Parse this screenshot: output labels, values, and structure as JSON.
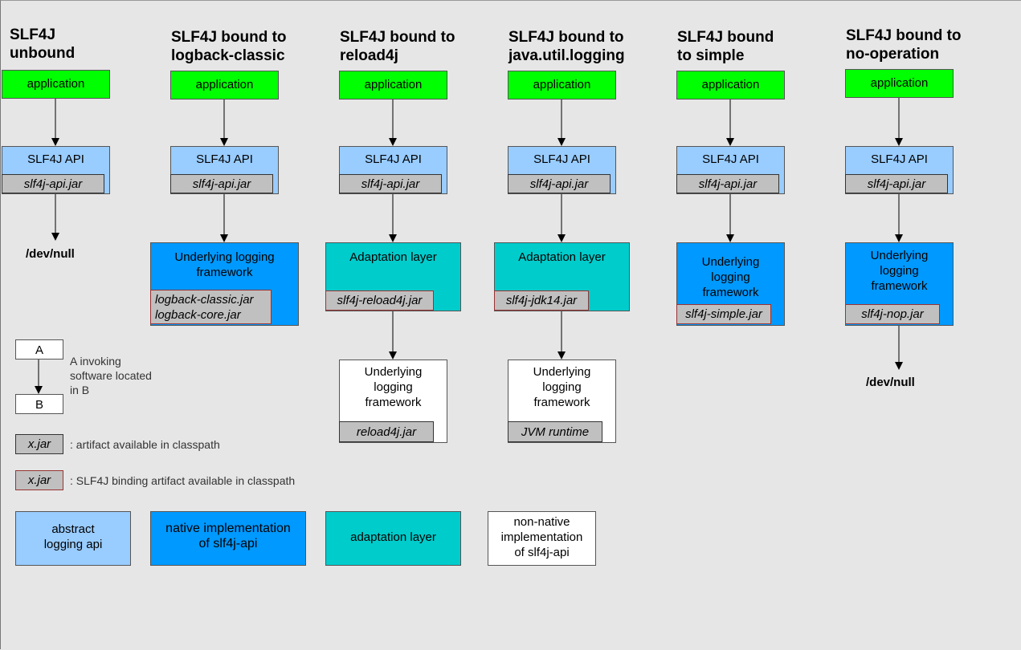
{
  "columns": [
    {
      "title": "SLF4J\nunbound",
      "app": "application",
      "api": "SLF4J API",
      "api_jar": "slf4j-api.jar",
      "end": "/dev/null"
    },
    {
      "title": "SLF4J bound to\nlogback-classic",
      "app": "application",
      "api": "SLF4J API",
      "api_jar": "slf4j-api.jar",
      "impl": "Underlying logging\nframework",
      "impl_jar": "logback-classic.jar\nlogback-core.jar"
    },
    {
      "title": "SLF4J bound to\nreload4j",
      "app": "application",
      "api": "SLF4J API",
      "api_jar": "slf4j-api.jar",
      "adapt": "Adaptation layer",
      "adapt_jar": "slf4j-reload4j.jar",
      "framework": "Underlying\nlogging\nframework",
      "framework_jar": "reload4j.jar"
    },
    {
      "title": "SLF4J bound to\njava.util.logging",
      "app": "application",
      "api": "SLF4J API",
      "api_jar": "slf4j-api.jar",
      "adapt": "Adaptation layer",
      "adapt_jar": "slf4j-jdk14.jar",
      "framework": "Underlying\nlogging\nframework",
      "framework_jar": "JVM runtime"
    },
    {
      "title": "SLF4J bound\nto simple",
      "app": "application",
      "api": "SLF4J API",
      "api_jar": "slf4j-api.jar",
      "impl": "Underlying\nlogging\nframework",
      "impl_jar": "slf4j-simple.jar"
    },
    {
      "title": "SLF4J bound to\nno-operation",
      "app": "application",
      "api": "SLF4J API",
      "api_jar": "slf4j-api.jar",
      "impl": "Underlying\nlogging\nframework",
      "impl_jar": "slf4j-nop.jar",
      "end": "/dev/null"
    }
  ],
  "legend": {
    "a": "A",
    "b": "B",
    "invoke_text": "A invoking\nsoftware located\nin B",
    "jar_sample": "x.jar",
    "jar_text": ": artifact available in classpath",
    "binding_sample": "x.jar",
    "binding_text": ": SLF4J binding artifact available in classpath",
    "abstract": "abstract\nlogging api",
    "native": "native implementation\nof slf4j-api",
    "adaptation": "adaptation layer",
    "nonnative": "non-native\nimplementation\nof slf4j-api"
  },
  "colors": {
    "application": "#00ff00",
    "abstract_api": "#99ccff",
    "native_impl": "#0099ff",
    "adaptation": "#00cccc",
    "non_native": "#ffffff",
    "jar": "#c0c0c0",
    "binding_border": "#993333"
  }
}
